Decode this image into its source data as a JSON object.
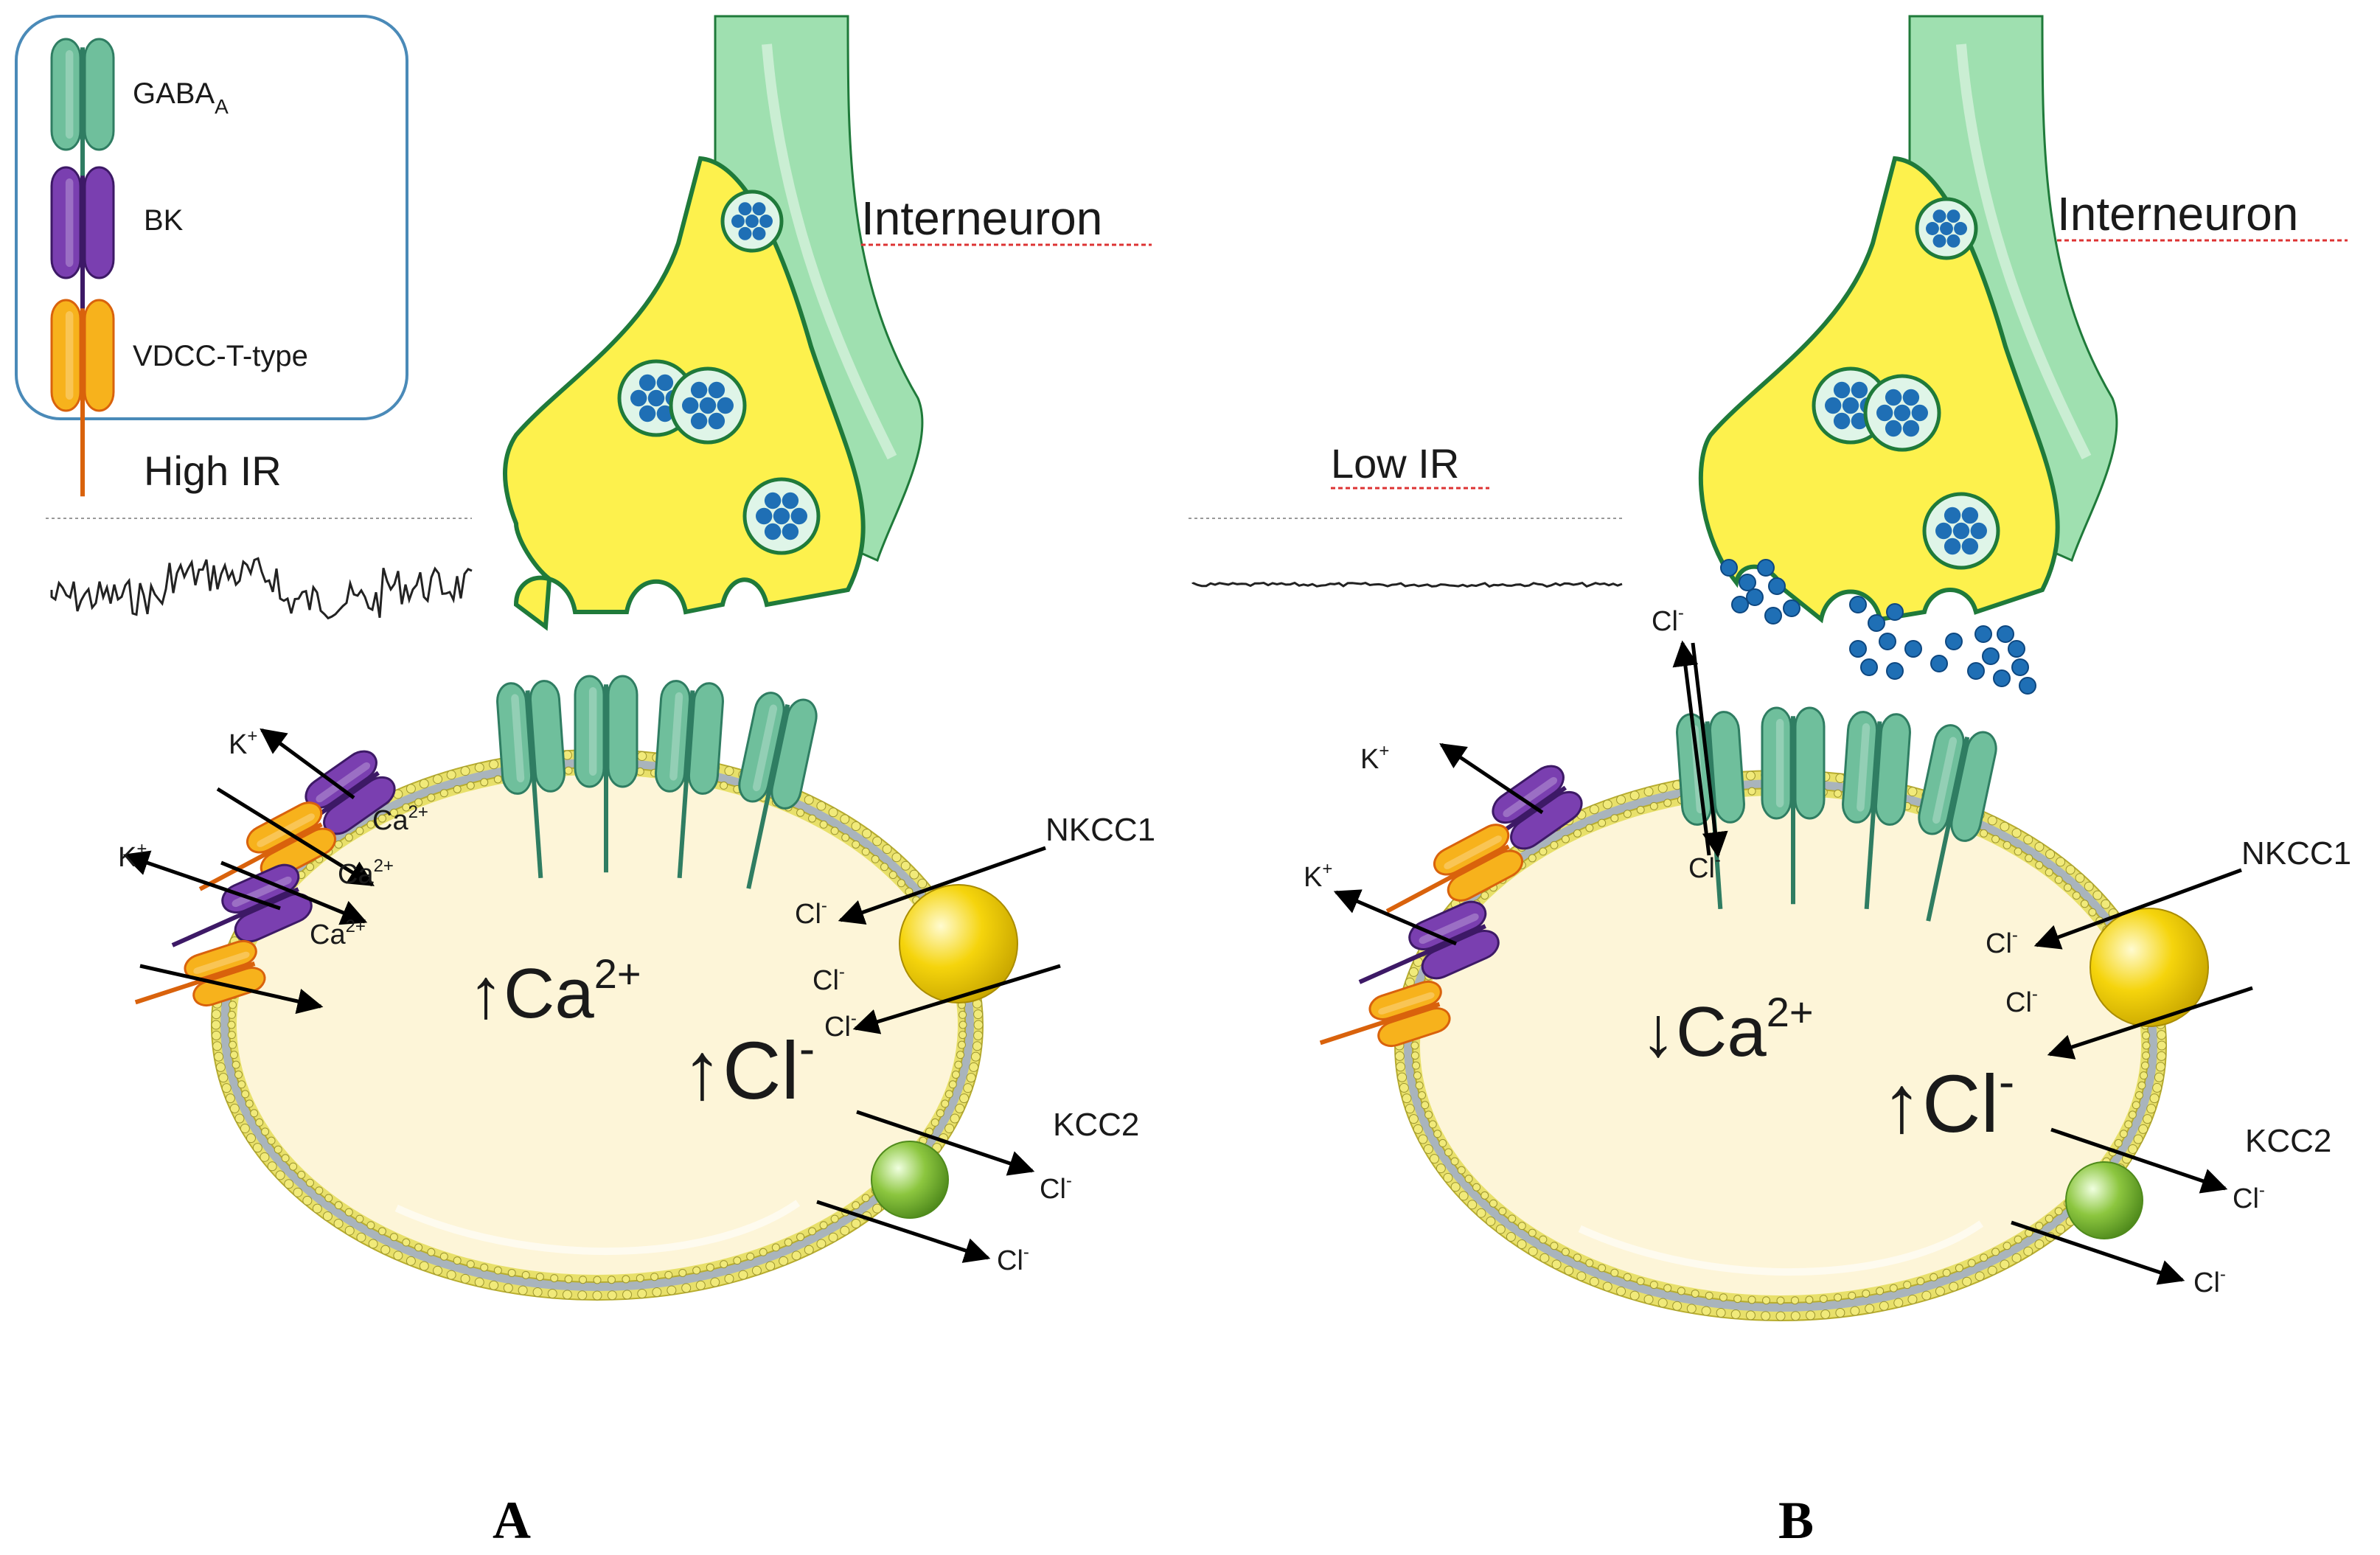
{
  "legend": {
    "items": [
      {
        "main": "GABA",
        "sub": "A",
        "kind": "gaba"
      },
      {
        "main": "BK",
        "sub": "",
        "kind": "bk"
      },
      {
        "main": "VDCC-T-type",
        "sub": "",
        "kind": "vdcc"
      }
    ]
  },
  "colors": {
    "gaba_fill": "#6fbf9c",
    "gaba_dark": "#2f7d62",
    "bk_fill": "#7a3fb0",
    "bk_dark": "#3d1966",
    "vdcc_fill": "#f7b21c",
    "vdcc_dark": "#d9620c",
    "cytoplasm": "#fdf5d8",
    "membrane_head": "#e8e06a",
    "membrane_tail": "#a9b4bc",
    "terminal_fill": "#fdf14d",
    "terminal_edge": "#1f7a3a",
    "axon_fill": "#9fe0b0",
    "vesicle_dot": "#1f6fb5",
    "nkcc1": "#f5d40c",
    "kcc2": "#8cc63f",
    "legend_border": "#4a8ab8"
  },
  "panel_a": {
    "interneuron_label": "Interneuron",
    "ir_label": "High IR",
    "ca_arrow": "↑",
    "ca_label": "Ca",
    "ca_sup": "2+",
    "cl_arrow": "↑",
    "cl_label": "Cl",
    "cl_sup": "-",
    "nkcc1_label": "NKCC1",
    "kcc2_label": "KCC2",
    "k_labels": [
      {
        "main": "K",
        "sup": "+"
      },
      {
        "main": "K",
        "sup": "+"
      }
    ],
    "ca_ion_labels": [
      {
        "main": "Ca",
        "sup": "2+"
      },
      {
        "main": "Ca",
        "sup": "2+"
      },
      {
        "main": "Ca",
        "sup": "2+"
      }
    ],
    "cl_ion_labels": [
      {
        "main": "Cl",
        "sup": "-"
      },
      {
        "main": "Cl",
        "sup": "-"
      },
      {
        "main": "Cl",
        "sup": "-"
      },
      {
        "main": "Cl",
        "sup": "-"
      },
      {
        "main": "Cl",
        "sup": "-"
      }
    ],
    "caption": "A"
  },
  "panel_b": {
    "interneuron_label": "Interneuron",
    "ir_label": "Low IR",
    "ca_arrow": "↓",
    "ca_label": "Ca",
    "ca_sup": "2+",
    "cl_arrow": "↑",
    "cl_label": "Cl",
    "cl_sup": "-",
    "nkcc1_label": "NKCC1",
    "kcc2_label": "KCC2",
    "k_labels": [
      {
        "main": "K",
        "sup": "+"
      },
      {
        "main": "K",
        "sup": "+"
      }
    ],
    "gaba_cl_labels": [
      {
        "main": "Cl",
        "sup": "-"
      },
      {
        "main": "Cl",
        "sup": "-"
      }
    ],
    "cl_ion_labels": [
      {
        "main": "Cl",
        "sup": "-"
      },
      {
        "main": "Cl",
        "sup": "-"
      },
      {
        "main": "Cl",
        "sup": "-"
      },
      {
        "main": "Cl",
        "sup": "-"
      }
    ],
    "caption": "B"
  }
}
